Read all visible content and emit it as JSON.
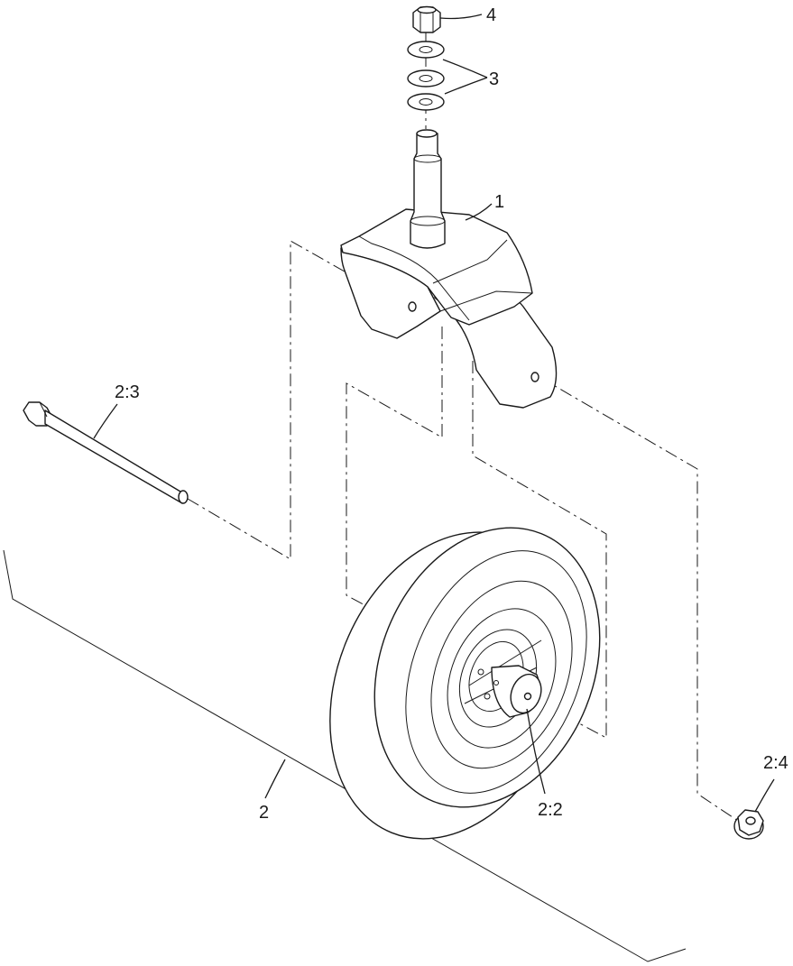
{
  "callouts": {
    "caster_fork": "1",
    "wheel_assembly": "2",
    "spacer": "2:2",
    "bolt": "2:3",
    "flange_nut": "2:4",
    "washers": "3",
    "locknut": "4"
  }
}
